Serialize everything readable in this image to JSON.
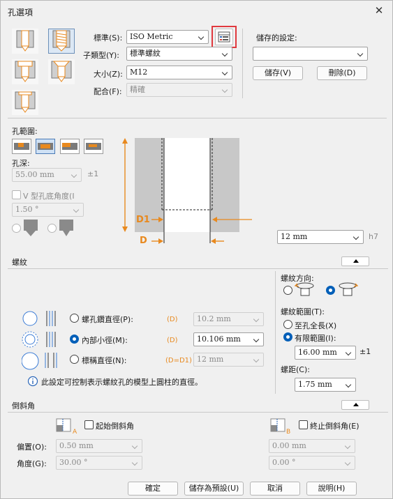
{
  "window": {
    "title": "孔選項",
    "close_icon": "close-icon"
  },
  "hole_type": {
    "standard_label": "標準(S):",
    "standard_value": "ISO Metric",
    "subtype_label": "子類型(Y):",
    "subtype_value": "標準螺紋",
    "size_label": "大小(Z):",
    "size_value": "M12",
    "fit_label": "配合(F):",
    "fit_value": "精確"
  },
  "saved_settings": {
    "label": "儲存的設定:",
    "value": "",
    "save_label": "儲存(V)",
    "delete_label": "刪除(D)"
  },
  "hole_scope": {
    "label": "孔範圍:",
    "depth_label": "孔深:",
    "depth_value": "55.00 mm",
    "tolerance_label": "±1",
    "vbottom_label": "V 型孔底角度(I",
    "vbottom_value": "1.50 °",
    "diameter_value": "12 mm",
    "fit_class": "h7",
    "dim_d1": "D1",
    "dim_d": "D"
  },
  "thread": {
    "section_label": "螺紋",
    "options": [
      {
        "label": "螺孔鑽直徑(P):",
        "tag": "(D)",
        "value": "10.2 mm",
        "enabled": false
      },
      {
        "label": "內部小徑(M):",
        "tag": "(D)",
        "value": "10.106 mm",
        "enabled": true
      },
      {
        "label": "標稱直徑(N):",
        "tag": "(D=D1)",
        "value": "12 mm",
        "enabled": false
      }
    ],
    "info_text": "此設定可控制表示螺紋孔的模型上圓柱的直徑。",
    "direction_label": "螺紋方向:",
    "range_label": "螺紋範圍(T):",
    "full_length_label": "至孔全長(X)",
    "limited_label": "有限範圍(I):",
    "limited_value": "16.00 mm",
    "limited_tol": "±1",
    "pitch_label": "螺距(C):",
    "pitch_value": "1.75 mm"
  },
  "chamfer": {
    "section_label": "倒斜角",
    "start_label": "起始倒斜角",
    "end_label": "終止倒斜角(E)",
    "offset_label": "偏置(O):",
    "angle_label": "角度(G):",
    "start_offset": "0.50 mm",
    "start_angle": "30.00 °",
    "end_offset": "0.00 mm",
    "end_angle": "0.00 °",
    "tag_a": "A",
    "tag_b": "B"
  },
  "footer": {
    "ok_label": "確定",
    "save_default_label": "儲存為預設(U)",
    "cancel_label": "取消",
    "help_label": "說明(H)"
  },
  "colors": {
    "accent": "#e8891e",
    "highlight_box": "#e0393e",
    "radio_on": "#005fb8"
  }
}
